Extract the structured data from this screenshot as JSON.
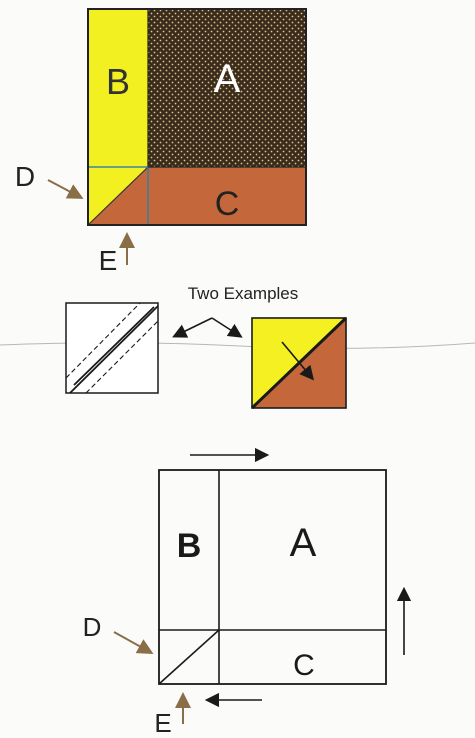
{
  "top_block": {
    "label_a": "A",
    "label_b": "B",
    "label_c": "C",
    "callout_d": "D",
    "callout_e": "E",
    "colors": {
      "a_fill": "#3b2b1c",
      "a_dots": "#d8c48a",
      "b_fill": "#f2f020",
      "c_fill": "#c4673a",
      "border": "#222222"
    }
  },
  "examples": {
    "caption": "Two Examples",
    "hst_colors": {
      "yellow": "#f4f022",
      "rust": "#c4673a"
    }
  },
  "bottom_block": {
    "label_a": "A",
    "label_b": "B",
    "label_c": "C",
    "callout_d": "D",
    "callout_e": "E"
  },
  "colors": {
    "arrow_brown": "#8a6e48",
    "line": "#1a1a1a"
  }
}
